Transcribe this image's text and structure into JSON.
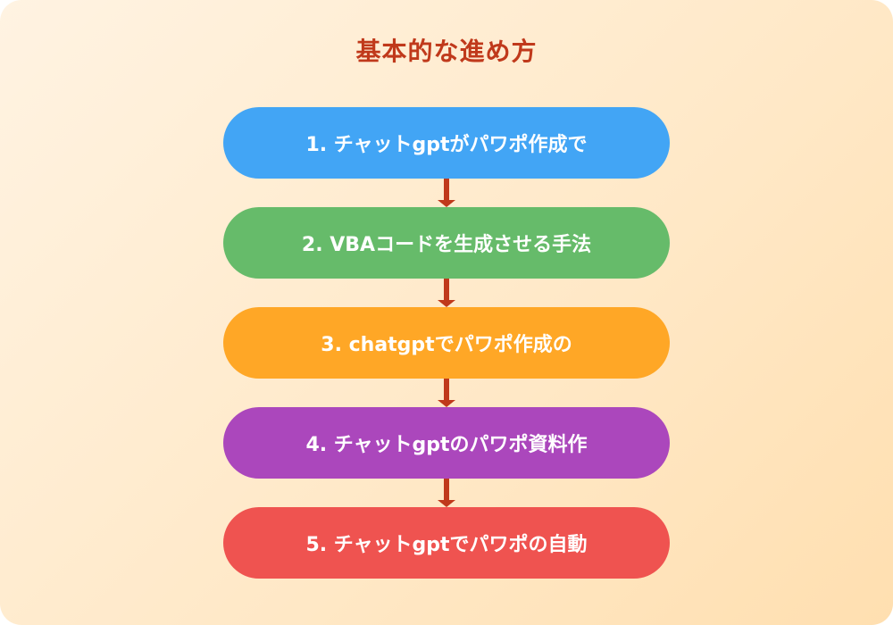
{
  "title": "基本的な進め方",
  "colors": {
    "title": "#c0391b",
    "arrow": "#c0391b",
    "background_start": "#fff3e2",
    "background_end": "#ffdfb0"
  },
  "steps": [
    {
      "label": "1. チャットgptがパワポ作成で",
      "color": "#42a5f5"
    },
    {
      "label": "2. VBAコードを生成させる手法",
      "color": "#66bb6a"
    },
    {
      "label": "3. chatgptでパワポ作成の",
      "color": "#ffa726"
    },
    {
      "label": "4. チャットgptのパワポ資料作",
      "color": "#ab47bc"
    },
    {
      "label": "5. チャットgptでパワポの自動",
      "color": "#ef5350"
    }
  ]
}
